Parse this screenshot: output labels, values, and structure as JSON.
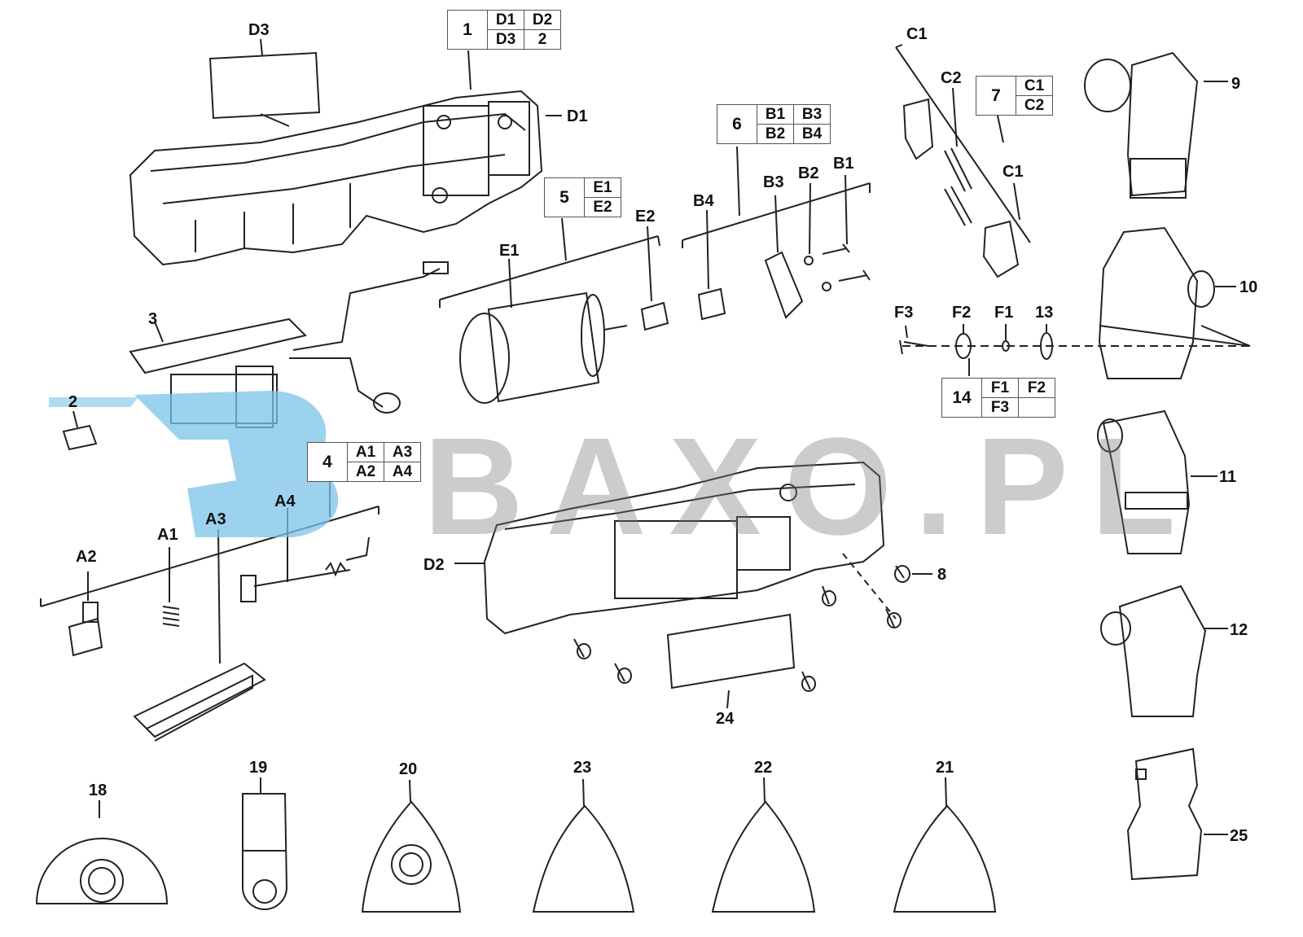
{
  "diagram": {
    "labels": {
      "d3_top": "D3",
      "d1_top": "D1",
      "p3": "3",
      "p2": "2",
      "a2": "A2",
      "a1": "A1",
      "a3": "A3",
      "a4": "A4",
      "e1": "E1",
      "e2": "E2",
      "b4": "B4",
      "b3": "B3",
      "b2": "B2",
      "b1": "B1",
      "c1_top": "C1",
      "c2": "C2",
      "c1_bottom": "C1",
      "p9": "9",
      "p10": "10",
      "p11": "11",
      "p12": "12",
      "p25": "25",
      "f3": "F3",
      "f2": "F2",
      "f1": "F1",
      "p13": "13",
      "d2": "D2",
      "p8": "8",
      "p24": "24",
      "p18": "18",
      "p19": "19",
      "p20": "20",
      "p23": "23",
      "p22": "22",
      "p21": "21"
    },
    "kits": {
      "kit1": {
        "number": "1",
        "parts": [
          "D1",
          "D2",
          "D3",
          "2"
        ]
      },
      "kit4": {
        "number": "4",
        "parts": [
          "A1",
          "A3",
          "A2",
          "A4"
        ]
      },
      "kit5": {
        "number": "5",
        "parts": [
          "E1",
          "E2"
        ]
      },
      "kit6": {
        "number": "6",
        "parts": [
          "B1",
          "B3",
          "B2",
          "B4"
        ]
      },
      "kit7": {
        "number": "7",
        "parts": [
          "C1",
          "C2"
        ]
      },
      "kit14": {
        "number": "14",
        "parts": [
          "F1",
          "F2",
          "F3",
          ""
        ]
      }
    },
    "watermark": {
      "text": "BAXO.PL"
    },
    "colors": {
      "line": "#222222",
      "watermark_blue": "#7cc3ea",
      "watermark_gray": "#8a8a8a"
    }
  }
}
